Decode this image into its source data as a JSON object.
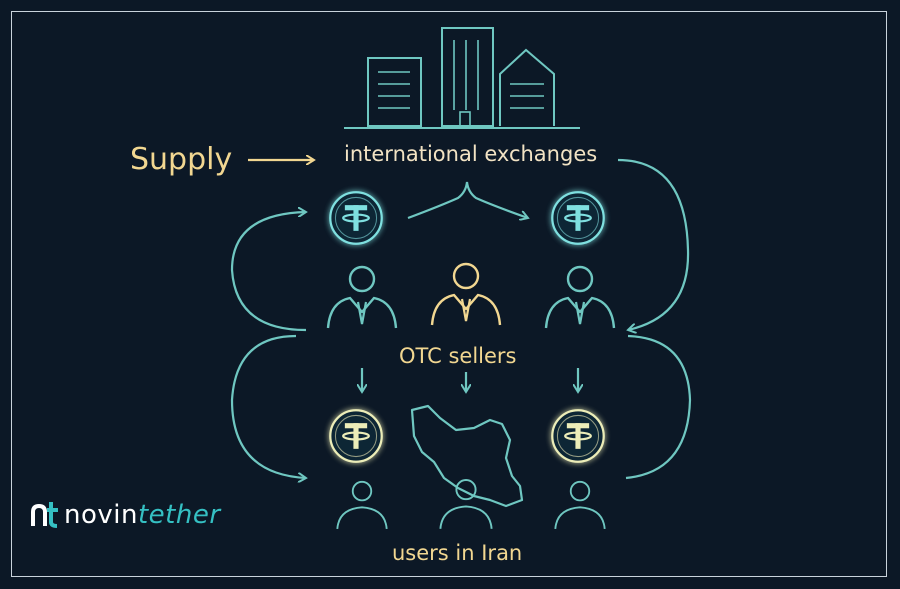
{
  "labels": {
    "supply": "Supply",
    "international_exchanges": "international exchanges",
    "otc_sellers": "OTC sellers",
    "users_in_iran": "users in Iran"
  },
  "logo": {
    "part1": "novin",
    "part2": "tether"
  },
  "colors": {
    "background": "#0c1826",
    "teal": "#6fc7c1",
    "gold": "#f2d791",
    "white": "#f2e3c4",
    "logo_teal": "#35c0c3"
  },
  "icons": [
    "buildings-icon",
    "tether-coin-icon",
    "person-icon",
    "iran-map-icon"
  ]
}
